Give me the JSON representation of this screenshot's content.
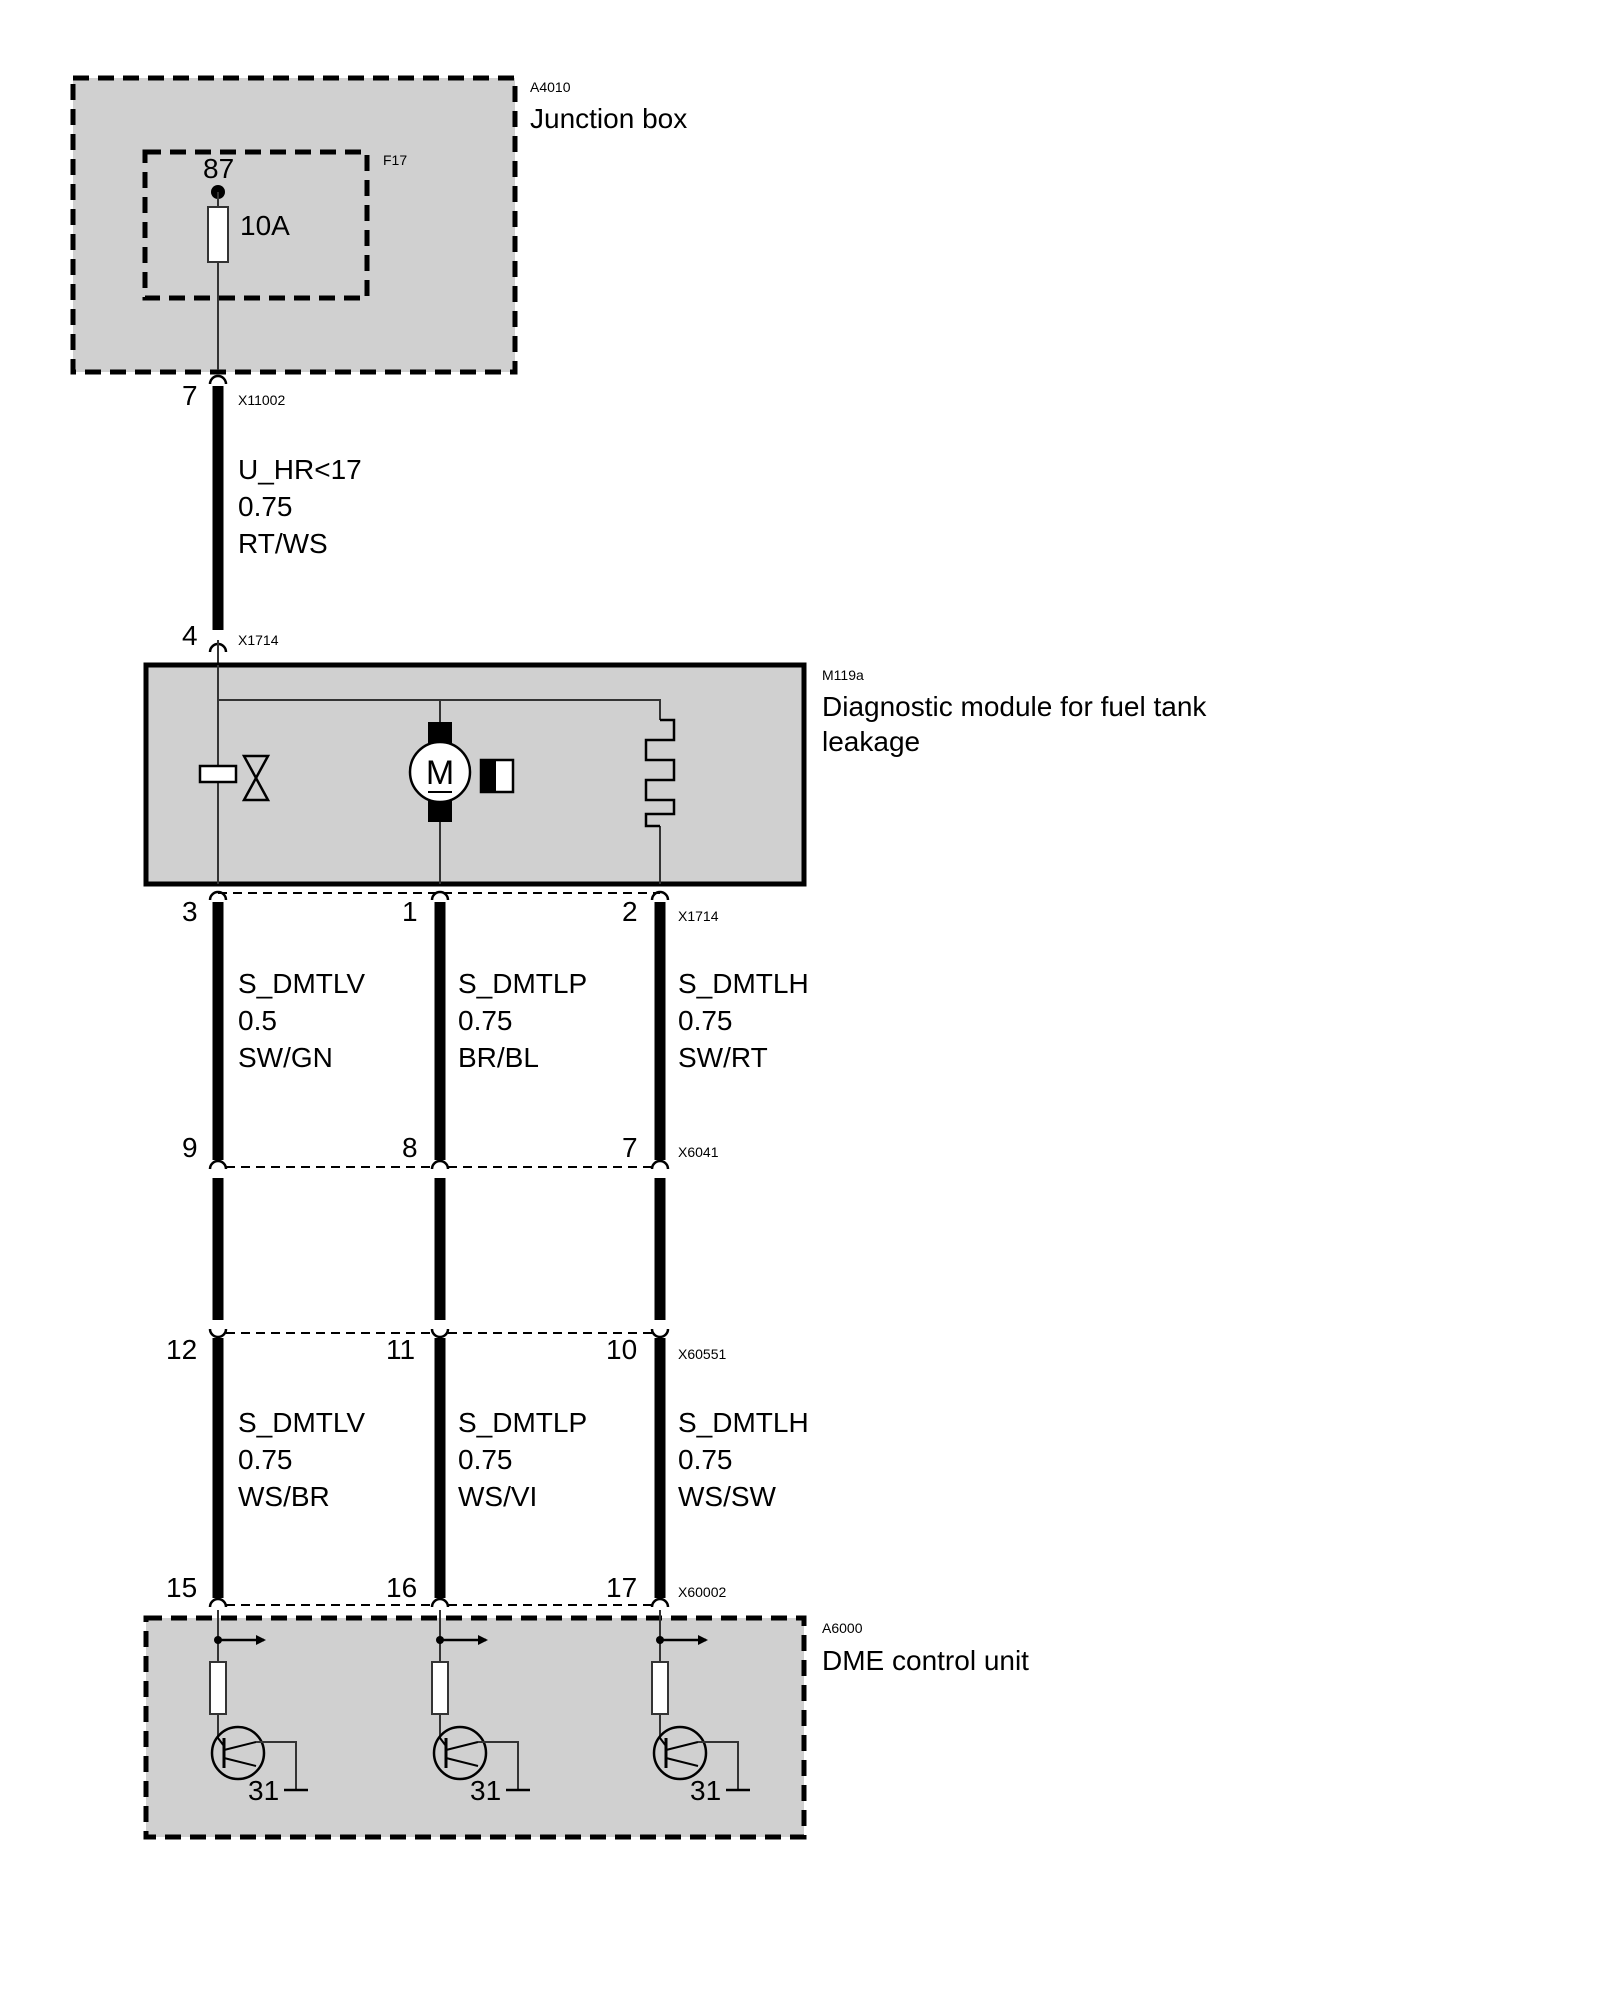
{
  "junction_box": {
    "id": "A4010",
    "name": "Junction box",
    "fuse_id": "F17",
    "fuse_terminal": "87",
    "fuse_rating": "10A"
  },
  "conn_x11002": {
    "id": "X11002",
    "pin": "7"
  },
  "wire_supply": {
    "signal": "U_HR<17",
    "gauge": "0.75",
    "color": "RT/WS"
  },
  "conn_x1714_top": {
    "id": "X1714",
    "pin": "4"
  },
  "dmtl_module": {
    "id": "M119a",
    "name_line1": "Diagnostic module for fuel tank",
    "name_line2": "leakage",
    "motor_symbol": "M"
  },
  "conn_x1714_bottom": {
    "id": "X1714",
    "pins": [
      "3",
      "1",
      "2"
    ]
  },
  "wires_upper": [
    {
      "signal": "S_DMTLV",
      "gauge": "0.5",
      "color": "SW/GN"
    },
    {
      "signal": "S_DMTLP",
      "gauge": "0.75",
      "color": "BR/BL"
    },
    {
      "signal": "S_DMTLH",
      "gauge": "0.75",
      "color": "SW/RT"
    }
  ],
  "conn_x6041": {
    "id": "X6041",
    "pins": [
      "9",
      "8",
      "7"
    ]
  },
  "conn_x60551": {
    "id": "X60551",
    "pins": [
      "12",
      "11",
      "10"
    ]
  },
  "wires_lower": [
    {
      "signal": "S_DMTLV",
      "gauge": "0.75",
      "color": "WS/BR"
    },
    {
      "signal": "S_DMTLP",
      "gauge": "0.75",
      "color": "WS/VI"
    },
    {
      "signal": "S_DMTLH",
      "gauge": "0.75",
      "color": "WS/SW"
    }
  ],
  "conn_x60002": {
    "id": "X60002",
    "pins": [
      "15",
      "16",
      "17"
    ]
  },
  "dme": {
    "id": "A6000",
    "name": "DME control unit",
    "ground_labels": [
      "31",
      "31",
      "31"
    ]
  },
  "colors": {
    "box_fill": "#d0d0d0",
    "line": "#000000"
  }
}
